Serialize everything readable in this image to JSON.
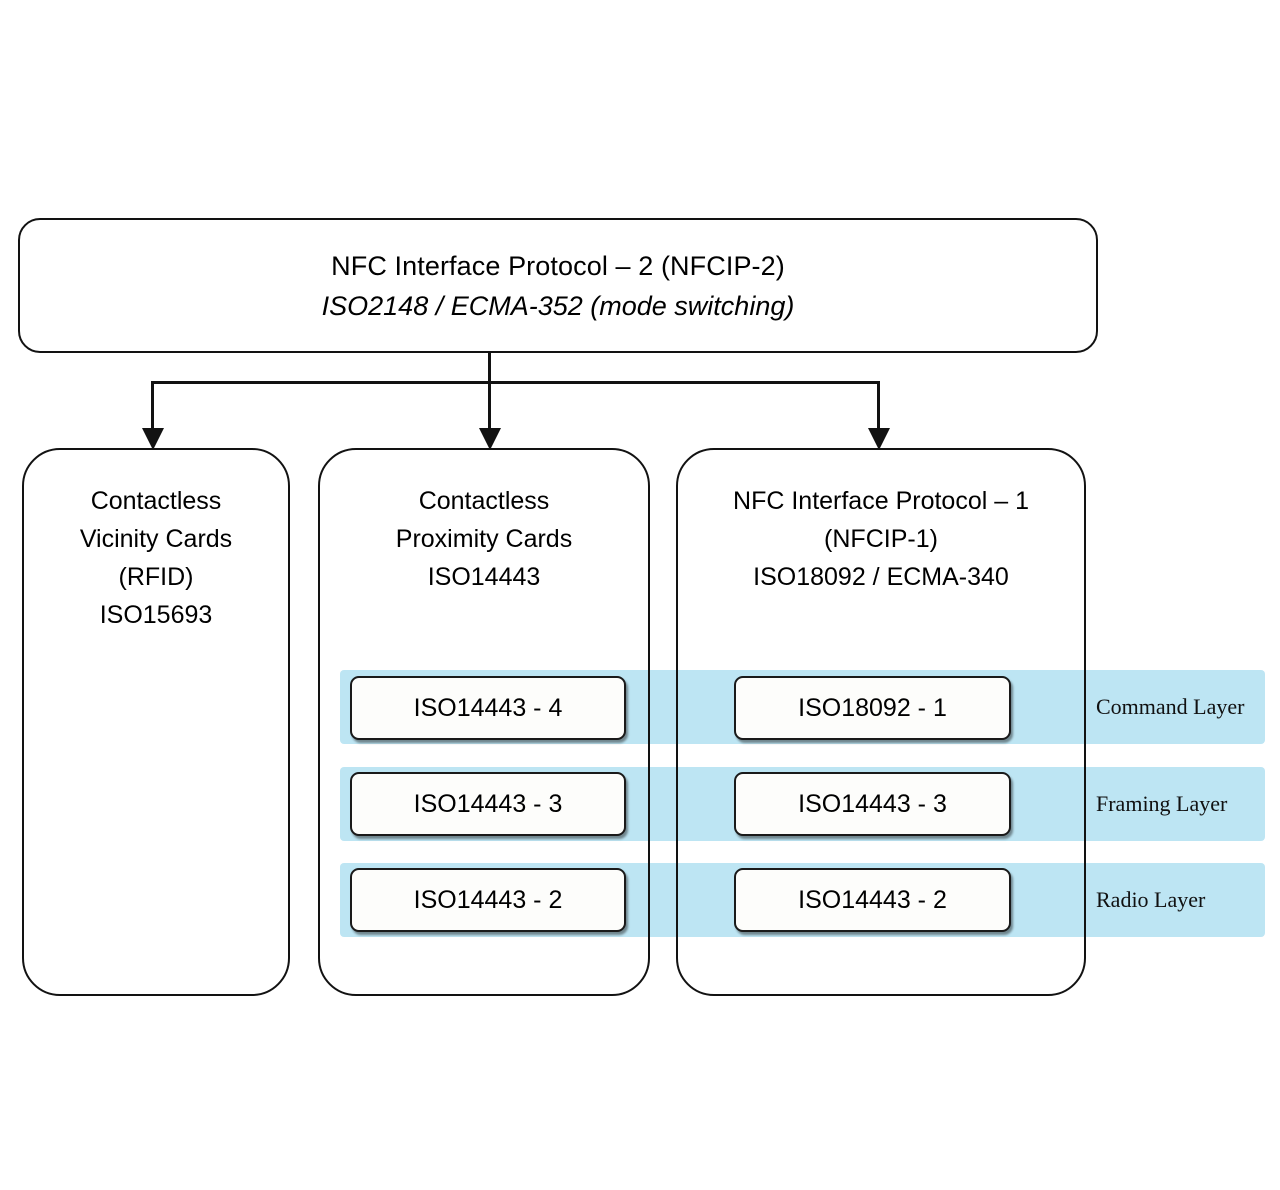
{
  "diagram": {
    "title_box": {
      "line1": "NFC Interface Protocol – 2 (NFCIP-2)",
      "line2": "ISO2148 / ECMA-352 (mode switching)"
    },
    "families": [
      {
        "name": "contactless-vicinity-cards",
        "title_lines": [
          "Contactless",
          "Vicinity Cards",
          "(RFID)",
          "ISO15693"
        ]
      },
      {
        "name": "contactless-proximity-cards",
        "title_lines": [
          "Contactless",
          "Proximity Cards",
          "ISO14443"
        ]
      },
      {
        "name": "nfc-interface-protocol-1",
        "title_lines": [
          "NFC Interface Protocol – 1",
          "(NFCIP-1)",
          "ISO18092 / ECMA-340"
        ]
      }
    ],
    "layers": [
      {
        "label": "Command Layer",
        "proximity_chip": "ISO14443 - 4",
        "nfcip1_chip": "ISO18092 - 1"
      },
      {
        "label": "Framing Layer",
        "proximity_chip": "ISO14443 - 3",
        "nfcip1_chip": "ISO14443 - 3"
      },
      {
        "label": "Radio Layer",
        "proximity_chip": "ISO14443 - 2",
        "nfcip1_chip": "ISO14443 - 2"
      }
    ],
    "colors": {
      "band": "#bde5f3",
      "stroke": "#121212",
      "background": "#ffffff"
    }
  }
}
